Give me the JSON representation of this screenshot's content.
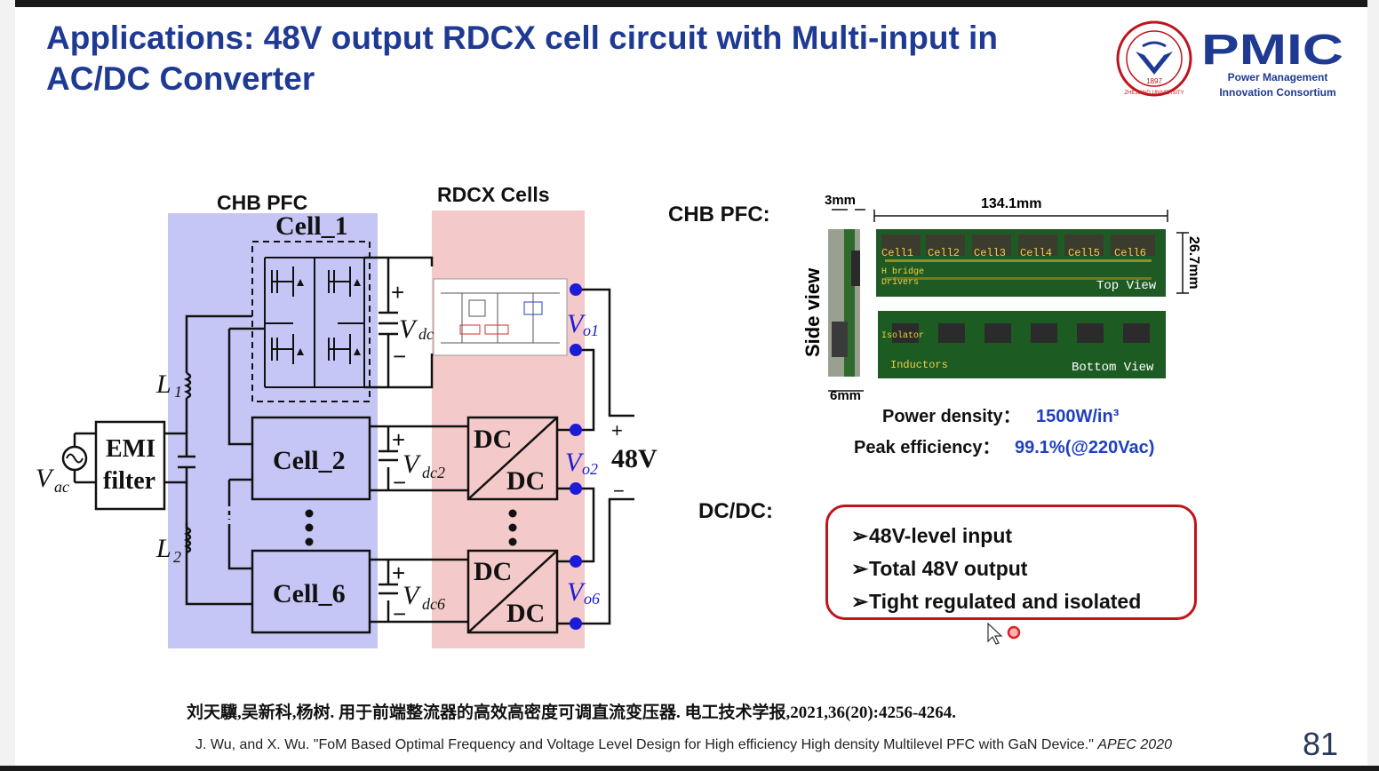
{
  "slide": {
    "title": "Applications: 48V output RDCX cell circuit with Multi-input in AC/DC Converter",
    "page_number": "81"
  },
  "logo": {
    "brand": "PMIC",
    "subtitle_line1": "Power Management",
    "subtitle_line2": "Innovation Consortium",
    "seal_text": "ZHEJIANG UNIVERSITY",
    "seal_year": "1897"
  },
  "circuit": {
    "section_chb": "CHB PFC",
    "section_rdcx": "RDCX  Cells",
    "cell1": "Cell_1",
    "cell2": "Cell_2",
    "cell6": "Cell_6",
    "emi_line1": "EMI",
    "emi_line2": "filter",
    "vac": "V",
    "vac_sub": "ac",
    "l1": "L",
    "l1_sub": "1",
    "l2": "L",
    "l2_sub": "2",
    "vdc": "V",
    "vdc_sub": "dc",
    "vdc2_sub": "dc2",
    "vdc6_sub": "dc6",
    "vo": "V",
    "vo1_sub": "o1",
    "vo2_sub": "o2",
    "vo6_sub": "o6",
    "dc_top": "DC",
    "dc_bottom": "DC",
    "plus": "+",
    "minus": "−",
    "out_label": "48V",
    "colors": {
      "chb_bg": "#c6c6f6",
      "rdcx_bg": "#f3c9c9",
      "node": "#1c1cd6"
    }
  },
  "pcb": {
    "label": "CHB PFC:",
    "side_view": "Side view",
    "dim_3mm": "3mm",
    "dim_length": "134.1mm",
    "dim_height": "26.7mm",
    "dim_6mm": "6mm",
    "top_cells": [
      "Cell1",
      "Cell2",
      "Cell3",
      "Cell4",
      "Cell5",
      "Cell6"
    ],
    "hbridge_line1": "H bridge",
    "hbridge_line2": "Drivers",
    "top_view": "Top View",
    "isolator": "Isolator",
    "inductors": "Inductors",
    "bottom_view": "Bottom View"
  },
  "specs": {
    "power_density_label": "Power density：",
    "power_density_value": "1500W/in³",
    "peak_eff_label": "Peak efficiency：",
    "peak_eff_value": "99.1%(@220Vac)"
  },
  "dcdc": {
    "label": "DC/DC:",
    "features": [
      "48V-level input",
      "Total 48V output",
      "Tight regulated and isolated"
    ],
    "bullet": "➢"
  },
  "references": {
    "cn": "刘天驥,吴新科,杨树. 用于前端整流器的高效高密度可调直流变压器. 电工技术学报,2021,36(20):4256-4264.",
    "en_main": "J. Wu, and X. Wu. \"FoM Based Optimal Frequency and Voltage Level Design for High efficiency High density Multilevel PFC with GaN Device.\" ",
    "en_venue": "APEC 2020"
  }
}
